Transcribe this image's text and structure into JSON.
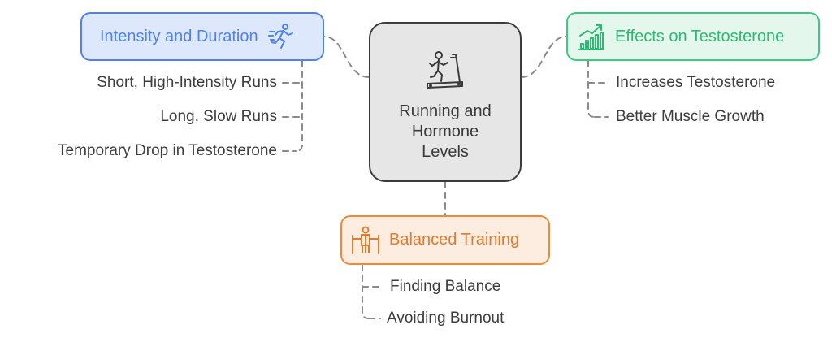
{
  "center": {
    "label": "Running and Hormone Levels",
    "icon": "treadmill-runner-icon"
  },
  "branches": {
    "intensity": {
      "label": "Intensity and Duration",
      "icon": "running-person-icon",
      "color": "#4f82ee",
      "fill": "#dde8fc",
      "items": [
        "Short, High-Intensity Runs",
        "Long, Slow Runs",
        "Temporary Drop in Testosterone"
      ]
    },
    "effects": {
      "label": "Effects on Testosterone",
      "icon": "growth-chart-icon",
      "color": "#3fc882",
      "fill": "#e3f7ec",
      "items": [
        "Increases Testosterone",
        "Better Muscle Growth"
      ]
    },
    "balanced": {
      "label": "Balanced Training",
      "icon": "balance-person-icon",
      "color": "#ea8a3a",
      "fill": "#fdece0",
      "items": [
        "Finding Balance",
        "Avoiding Burnout"
      ]
    }
  }
}
